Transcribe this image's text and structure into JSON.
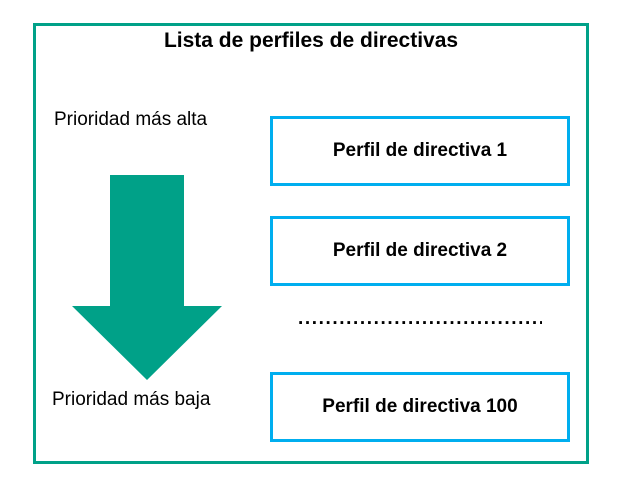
{
  "diagram": {
    "title": "Lista de perfiles de directivas",
    "labels": {
      "highest_priority": "Prioridad más alta",
      "lowest_priority": "Prioridad más baja"
    },
    "arrow": {
      "direction": "down",
      "semantic": "priority-decreasing-arrow",
      "color": "#00a188"
    },
    "separator": {
      "text": "................................................",
      "style": "dotted"
    },
    "profiles": [
      {
        "label": "Perfil de directiva 1"
      },
      {
        "label": "Perfil de directiva 2"
      },
      {
        "label": "Perfil de directiva 100"
      }
    ],
    "colors": {
      "frame_border": "#00a188",
      "box_border": "#00aeef",
      "text": "#000000",
      "background": "#ffffff"
    }
  }
}
